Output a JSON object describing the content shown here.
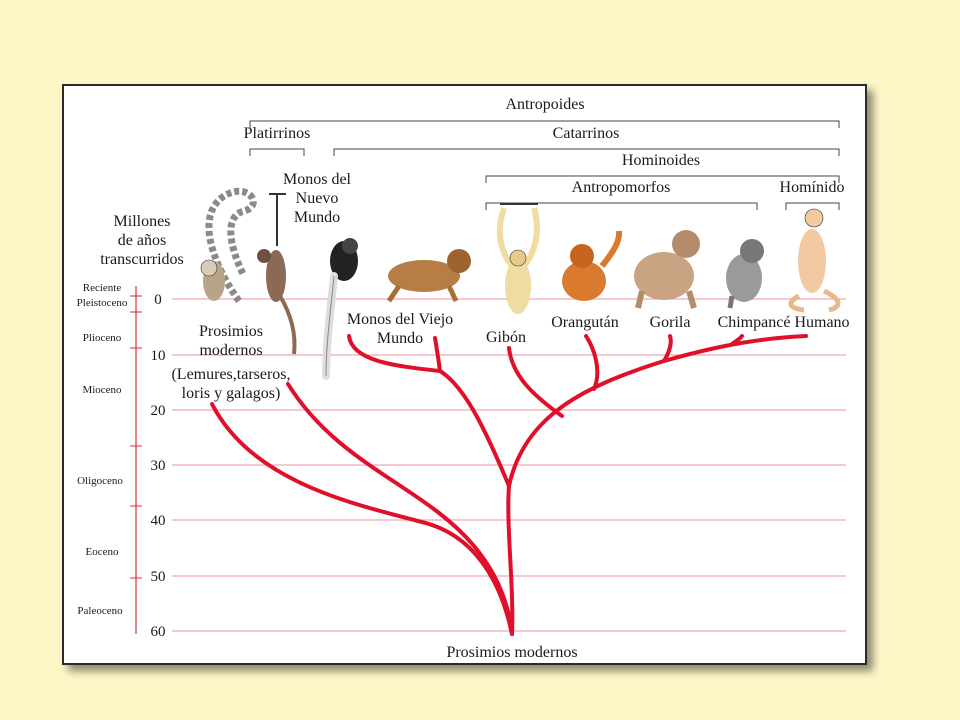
{
  "colors": {
    "background": "#fdf7c8",
    "panel": "#ffffff",
    "branch": "#e0102a",
    "gridline": "#f0a6b2",
    "axis": "#cc3344",
    "bracket": "#444444"
  },
  "brackets": {
    "antropoides": "Antropoides",
    "platirrinos": "Platirrinos",
    "catarrinos": "Catarrinos",
    "hominoides": "Hominoides",
    "antropomorfos": "Antropomorfos",
    "hominido": "Homínido"
  },
  "axis": {
    "title_line1": "Millones",
    "title_line2": "de años",
    "title_line3": "transcurridos",
    "ticks": [
      "0",
      "10",
      "20",
      "30",
      "40",
      "50",
      "60"
    ]
  },
  "epochs": {
    "reciente": "Reciente",
    "pleistoceno": "Pleistoceno",
    "plioceno": "Plioceno",
    "mioceno": "Mioceno",
    "oligoceno": "Oligoceno",
    "eoceno": "Eoceno",
    "paleoceno": "Paleoceno"
  },
  "taxa": {
    "prosimios_line1": "Prosimios",
    "prosimios_line2": "modernos",
    "prosimios_line3": "(Lemures,tarseros,",
    "prosimios_line4": "loris y galagos)",
    "nuevo_mundo_line1": "Monos del",
    "nuevo_mundo_line2": "Nuevo",
    "nuevo_mundo_line3": "Mundo",
    "viejo_mundo_line1": "Monos del Viejo",
    "viejo_mundo_line2": "Mundo",
    "gibon": "Gibón",
    "orangutan": "Orangután",
    "gorila": "Gorila",
    "chimpance": "Chimpancé",
    "humano": "Humano"
  },
  "root_label": "Prosimios modernos"
}
